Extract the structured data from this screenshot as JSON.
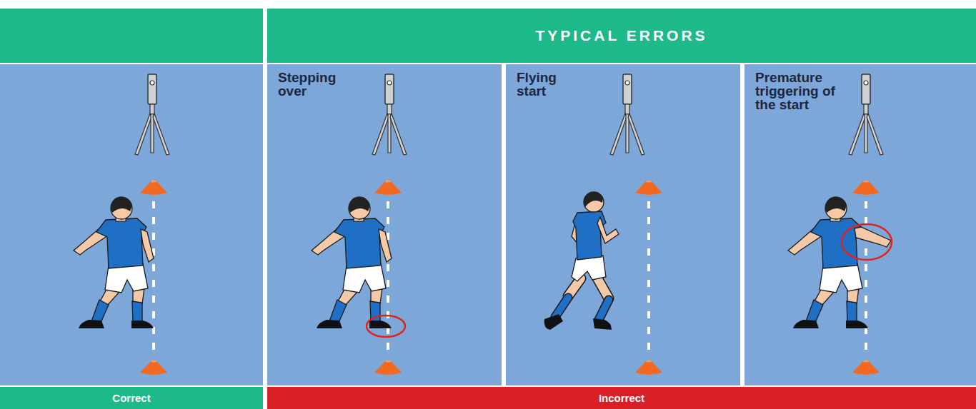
{
  "diagram": {
    "nodes": [
      {
        "text": [
          "TYPICAL ERRORS"
        ]
      },
      {
        "text": [
          "Stepping over"
        ]
      },
      {
        "text": [
          "Flying start"
        ]
      },
      {
        "text": [
          "Premature triggering of the start"
        ]
      },
      {
        "text": [
          "Correct"
        ]
      },
      {
        "text": [
          "Incorrect"
        ]
      }
    ]
  }
}
